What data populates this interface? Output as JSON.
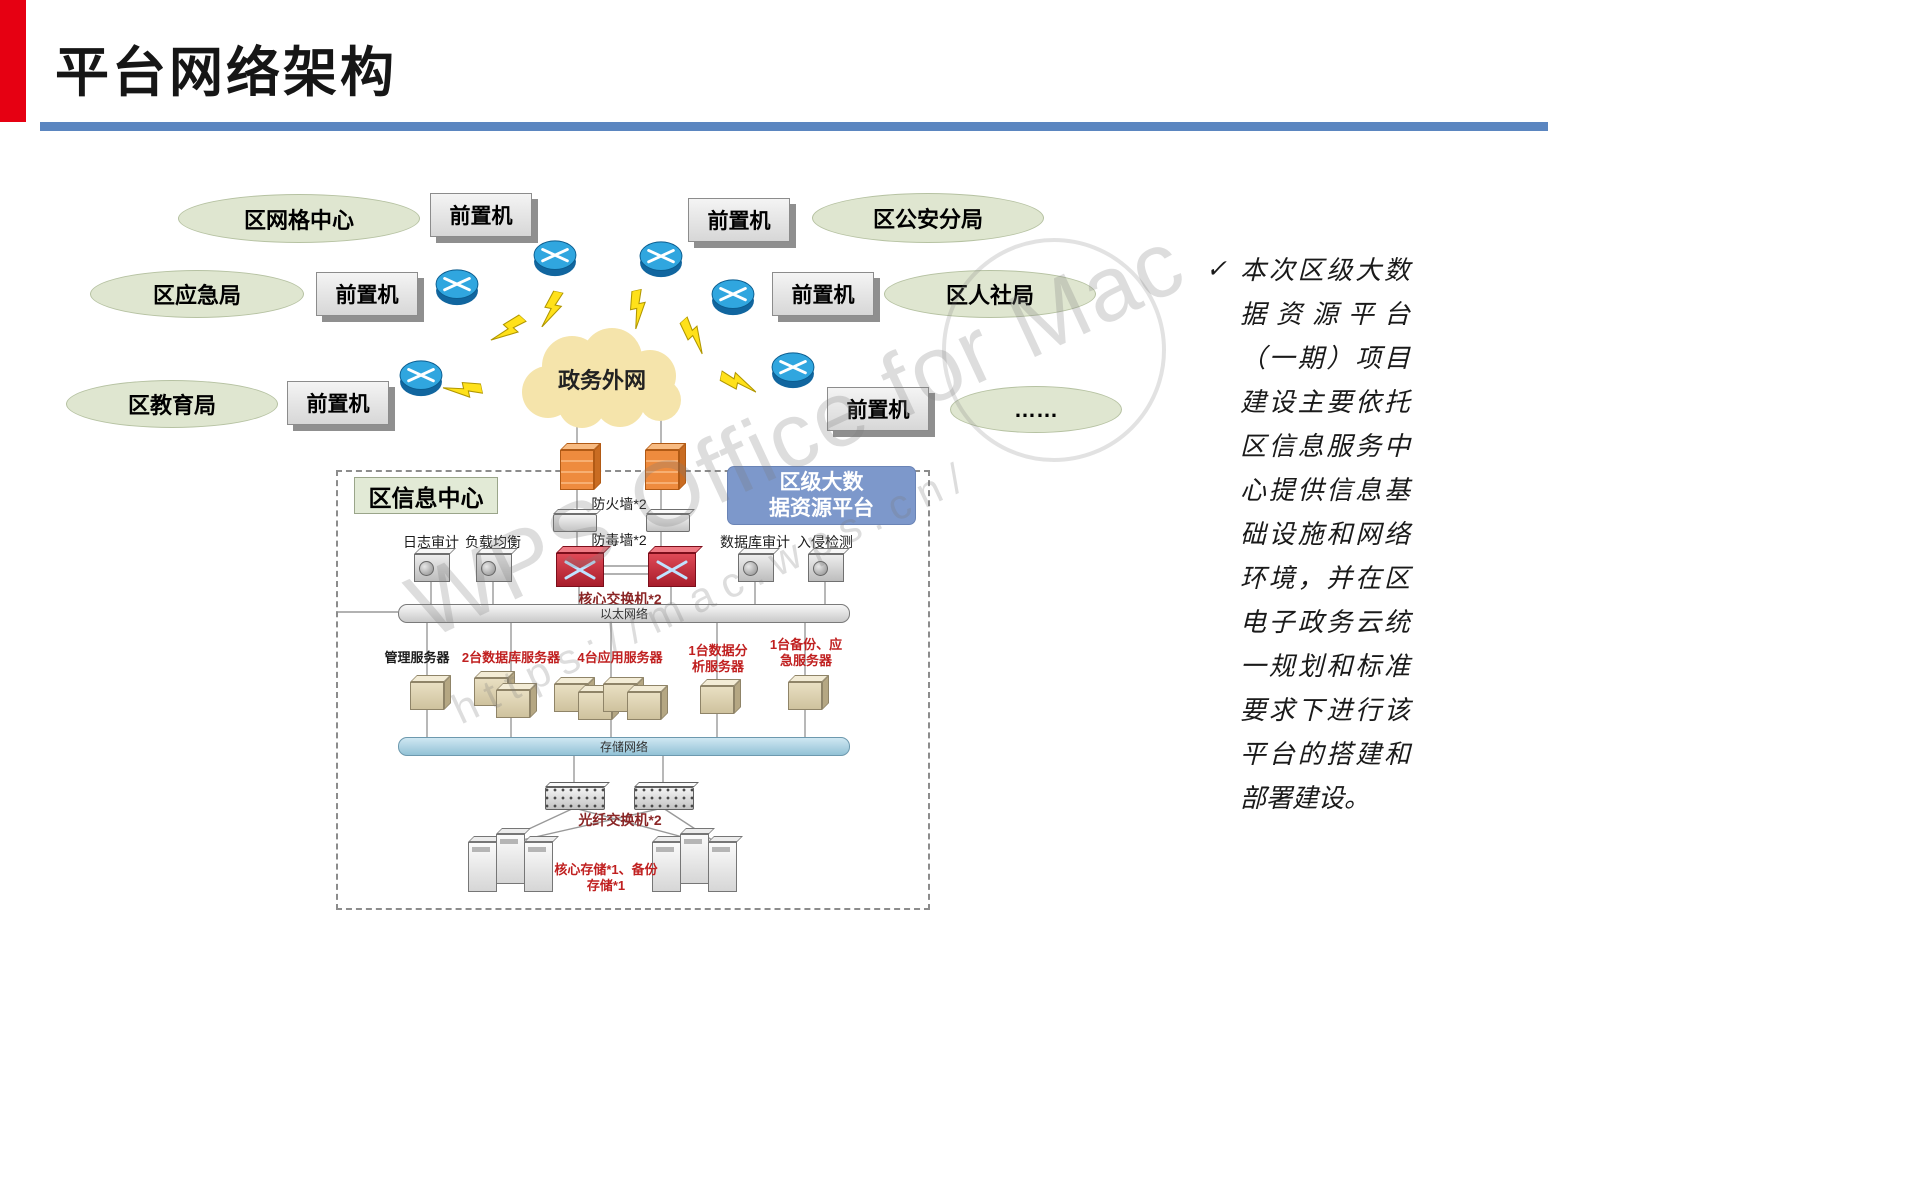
{
  "slide": {
    "title": "平台网络架构"
  },
  "colors": {
    "accent_blue": "#5b86c0",
    "corner_red": "#e60012",
    "platform_blue": "#7d98cb",
    "label_red": "#c02020",
    "ellipse_green": "#dfe6d0"
  },
  "watermark": {
    "line1": "WPS Office for Mac",
    "line2": "https://mac.wps.cn/"
  },
  "orgs": {
    "grid_center": "区网格中心",
    "public_security": "区公安分局",
    "emergency": "区应急局",
    "hr_social": "区人社局",
    "education": "区教育局",
    "more": "……"
  },
  "front_processor": "前置机",
  "cloud": {
    "label": "政务外网"
  },
  "info_center": {
    "label": "区信息中心"
  },
  "platform": {
    "line1": "区级大数",
    "line2": "据资源平台"
  },
  "security": {
    "firewall_label": "防火墙*2",
    "antivirus_label": "防毒墙*2",
    "log_audit": "日志审计",
    "load_balance": "负载均衡",
    "db_audit": "数据库审计",
    "intrusion": "入侵检测",
    "core_switch_label": "核心交换机*2"
  },
  "network": {
    "ethernet": "以太网络",
    "storage_net": "存储网络",
    "fiber_switch_label": "光纤交换机*2"
  },
  "servers": {
    "mgmt": "管理服务器",
    "db": "2台数据库服务器",
    "app": "4台应用服务器",
    "analysis": "1台数据分析服务器",
    "backup": "1台备份、应急服务器"
  },
  "storage": {
    "label": "核心存储*1、备份存储*1"
  },
  "note": {
    "bullet": "✓",
    "text": "本次区级大数据资源平台（一期）项目建设主要依托区信息服务中心提供信息基础设施和网络环境，并在区电子政务云统一规划和标准要求下进行该平台的搭建和部署建设。"
  }
}
